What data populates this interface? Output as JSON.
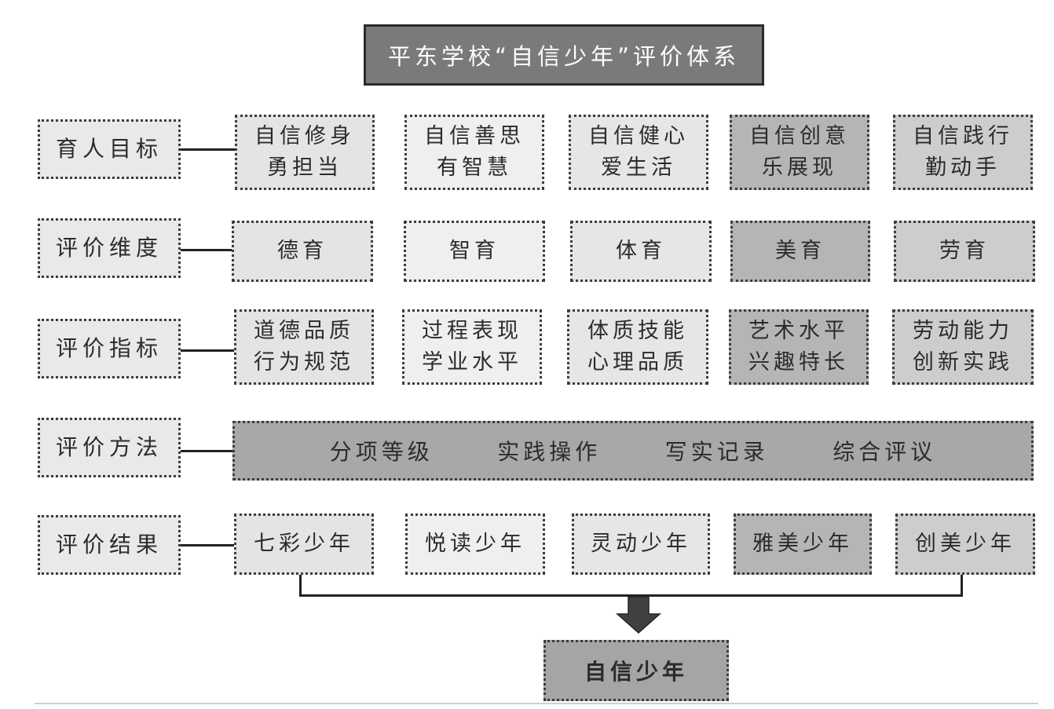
{
  "title": "平东学校“自信少年”评价体系",
  "rows": {
    "goals": {
      "label": "育人目标",
      "items": [
        {
          "line1": "自信修身",
          "line2": "勇担当"
        },
        {
          "line1": "自信善思",
          "line2": "有智慧"
        },
        {
          "line1": "自信健心",
          "line2": "爱生活"
        },
        {
          "line1": "自信创意",
          "line2": "乐展现"
        },
        {
          "line1": "自信践行",
          "line2": "勤动手"
        }
      ]
    },
    "dimensions": {
      "label": "评价维度",
      "items": [
        "德育",
        "智育",
        "体育",
        "美育",
        "劳育"
      ]
    },
    "indicators": {
      "label": "评价指标",
      "items": [
        {
          "line1": "道德品质",
          "line2": "行为规范"
        },
        {
          "line1": "过程表现",
          "line2": "学业水平"
        },
        {
          "line1": "体质技能",
          "line2": "心理品质"
        },
        {
          "line1": "艺术水平",
          "line2": "兴趣特长"
        },
        {
          "line1": "劳动能力",
          "line2": "创新实践"
        }
      ]
    },
    "methods": {
      "label": "评价方法",
      "items": [
        "分项等级",
        "实践操作",
        "写实记录",
        "综合评议"
      ]
    },
    "results": {
      "label": "评价结果",
      "items": [
        "七彩少年",
        "悦读少年",
        "灵动少年",
        "雅美少年",
        "创美少年"
      ]
    }
  },
  "final": "自信少年"
}
